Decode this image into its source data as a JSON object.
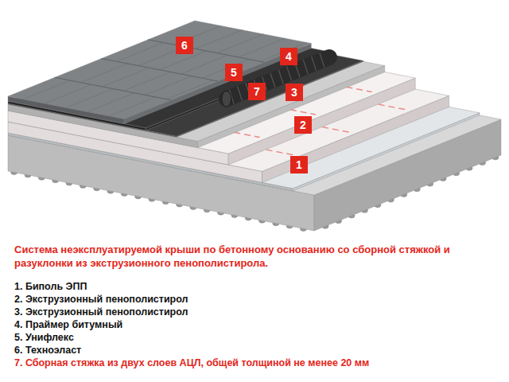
{
  "diagram": {
    "title": "Система неэксплуатируемой крыши по бетонному основанию со сборной стяжкой и разуклонки из экструзионного пенополистирола.",
    "labels": [
      "6",
      "4",
      "5",
      "7",
      "3",
      "2",
      "1",
      "1. Биполь ЭПП",
      "2. Экструзионный пенополистирол",
      "3. Экструзионный пенополистирол",
      "4. Праймер битумный",
      "5. Унифлекс",
      "6. Техноэласт",
      "7. Сборная стяжка из двух слоев АЦЛ, общей толщиной не менее 20 мм"
    ]
  }
}
